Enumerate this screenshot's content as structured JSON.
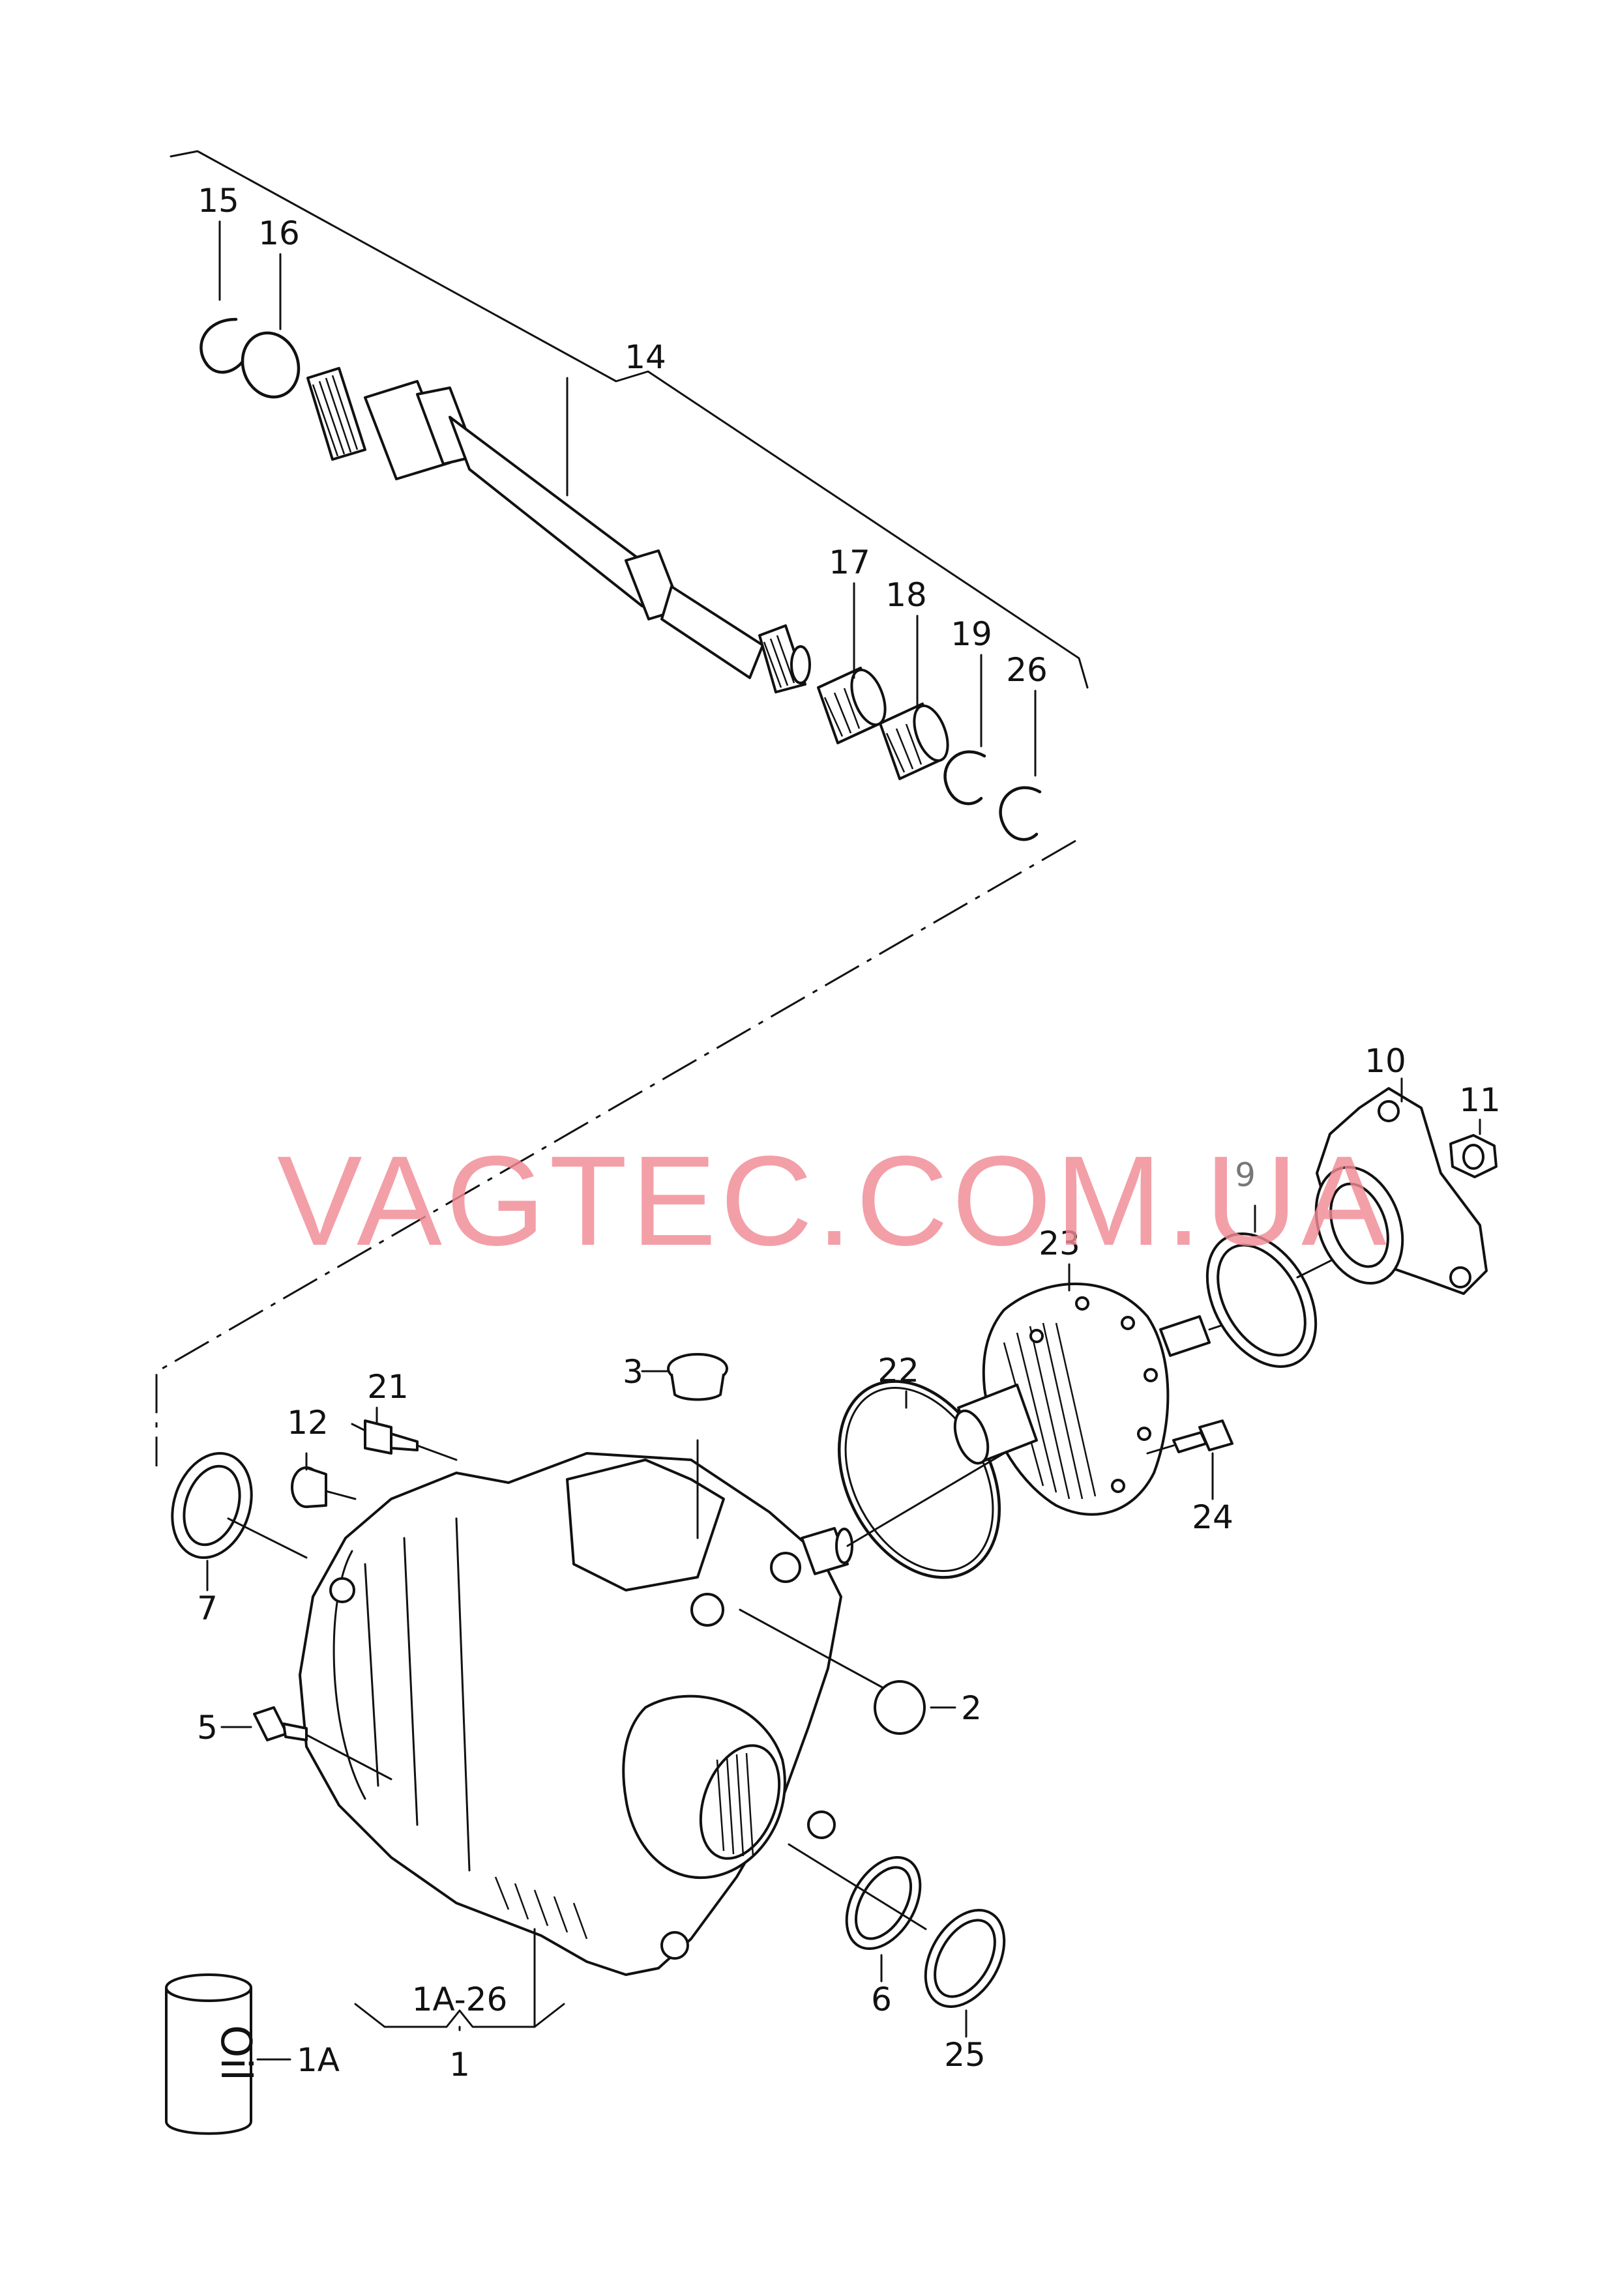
{
  "watermark": "VAGTEC.COM.UA",
  "callouts": {
    "c1": "1",
    "c1a": "1A",
    "c1a26": "1A-26",
    "c2": "2",
    "c3": "3",
    "c5": "5",
    "c6": "6",
    "c7": "7",
    "c9": "9",
    "c10": "10",
    "c11": "11",
    "c12": "12",
    "c14": "14",
    "c15": "15",
    "c16": "16",
    "c17": "17",
    "c18": "18",
    "c19": "19",
    "c21": "21",
    "c22": "22",
    "c23": "23",
    "c24": "24",
    "c25": "25",
    "c26": "26"
  },
  "oil_can_text": "Oil"
}
